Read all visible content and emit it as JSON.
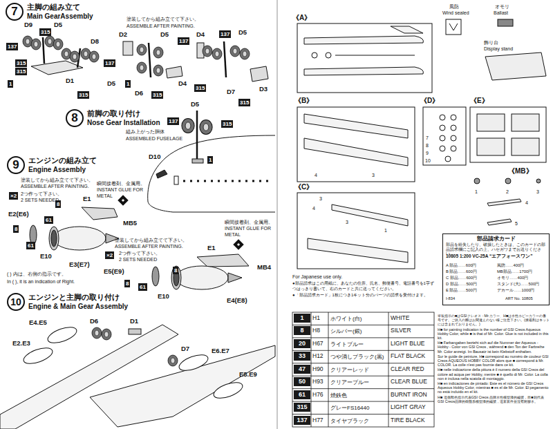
{
  "diagram": {
    "nodes": [
      {
        "text": [
          "7",
          "主脚の組み立て",
          "Main GearAssembly"
        ]
      },
      {
        "text": [
          "315"
        ]
      },
      {
        "text": [
          "137"
        ]
      },
      {
        "text": [
          "315"
        ]
      },
      {
        "text": [
          "315"
        ]
      },
      {
        "text": [
          "137"
        ]
      },
      {
        "text": [
          "1"
        ]
      },
      {
        "text": [
          "315"
        ]
      },
      {
        "text": [
          "137"
        ]
      },
      {
        "text": [
          "1"
        ]
      },
      {
        "text": [
          "315"
        ]
      },
      {
        "text": [
          "137"
        ]
      },
      {
        "text": [
          "315"
        ]
      },
      {
        "text": [
          "315"
        ]
      },
      {
        "text": [
          "8",
          "前脚の取り付け",
          "Nose Gear Installation"
        ]
      },
      {
        "text": [
          "137"
        ]
      },
      {
        "text": [
          "315"
        ]
      },
      {
        "text": [
          "1"
        ]
      },
      {
        "text": [
          "9",
          "エンジンの組み立て",
          "Engine Assembly"
        ]
      },
      {
        "text": [
          "×2"
        ]
      },
      {
        "text": [
          "61"
        ]
      },
      {
        "text": [
          "8"
        ]
      },
      {
        "text": [
          "8"
        ]
      },
      {
        "text": [
          "61"
        ]
      },
      {
        "text": [
          "×2"
        ]
      },
      {
        "text": [
          "8"
        ]
      },
      {
        "text": [
          "8"
        ]
      },
      {
        "text": [
          "61"
        ]
      },
      {
        "text": [
          "10",
          "エンジンと主脚の取り付け",
          "Engine & Main Gear Assembly"
        ]
      },
      {
        "text": [
          "部品請求カード",
          "部品を紛失したり、破損したときは、このカードの部品請求欄にご記入の上、ハセガワまでお送りください。",
          "10805 1:200 VC-25A “エアフォースワン”",
          "A 部品……600円",
          "B 部品……600円",
          "C 部品……600円",
          "D 部品……500円",
          "E 部品……500円",
          "風防……400円",
          "MB部品……1700円",
          "オモリ……400円",
          "スタンド(大)……500円",
          "デカール……1000円",
          "I-834",
          "ART No. 10805"
        ]
      },
      {
        "text": [
          "1"
        ]
      },
      {
        "text": [
          "8"
        ]
      },
      {
        "text": [
          "20"
        ]
      },
      {
        "text": [
          "33"
        ]
      },
      {
        "text": [
          "47"
        ]
      },
      {
        "text": [
          "50"
        ]
      },
      {
        "text": [
          "61"
        ]
      },
      {
        "text": [
          "315"
        ]
      },
      {
        "text": [
          "137"
        ]
      }
    ],
    "labels": [
      "塗装してから組み立てて下さい。",
      "ASSEMBLE AFTER PAINTING.",
      "D9",
      "D5",
      "D8",
      "D1",
      "D5",
      "D2",
      "D5",
      "D6",
      "D4",
      "D4",
      "D5",
      "D7",
      "D3",
      "D5",
      "組み上がった胴体",
      "ASSEMBLED FUSELAGE",
      "D10",
      "塗装してから組み立てて下さい。",
      "ASSEMBLE AFTER PAINTING.",
      "2つ作って下さい。",
      "2 SETS NEEDED",
      "瞬間接着剤、金属用。",
      "INSTANT GLUE FOR",
      "METAL",
      "E2(E6)",
      "E1",
      "E10",
      "E3(E7)",
      "MB5",
      "( ) 内は、右側の指示です。",
      "In ( ), it is an indication of Right.",
      "塗装してから組み立てて下さい。",
      "ASSEMBLE AFTER PAINTING.",
      "2つ作って下さい。",
      "2 SETS NEEDED",
      "瞬間接着剤、金属用。",
      "INSTANT GLUE FOR",
      "METAL",
      "E1",
      "MB4",
      "E5(E9)",
      "E10",
      "E4(E8)",
      "E4.E5",
      "D6",
      "D1",
      "E2.E3",
      "D7",
      "E6.E7",
      "E8.E9",
      "《A》",
      "風防",
      "Wind sealed",
      "オモリ",
      "Ballast",
      "飾り台",
      "Display stand",
      "《B》",
      "《D》",
      "《E》",
      "《C》",
      "《MB》",
      "1",
      "2",
      "3",
      "4",
      "5",
      "4",
      "3",
      "3",
      "4",
      "3",
      "1",
      "7",
      "8",
      "9",
      "10",
      "For Japanese use only.",
      "●部品請求はこの用紙に、あなたの住所、氏名、郵便番号、電話番号を1字ずつはっきり書いて、右のカードと共に送ってください。",
      "●「部品請求カード」1枚につき1キット分のパーツの請求を受付けます。",
      "H1",
      "ホワイト(白)",
      "WHITE",
      "H8",
      "シルバー(銀)",
      "SILVER",
      "H67",
      "ライトブルー",
      "LIGHT BLUE",
      "H12",
      "つや消しブラック(黒)",
      "FLAT BLACK",
      "H90",
      "クリアーレッド",
      "CLEAR RED",
      "H93",
      "クリアーブルー",
      "CLEAR BLUE",
      "H76",
      "焼鉄色",
      "BURNT IRON",
      "グレーFS16440",
      "LIGHT GRAY",
      "H77",
      "タイヤブラック",
      "TIRE BLACK",
      "塗装指示の■はGSIクレオス・Mr.カラー、H■は水性ホビーカラーの番号です。ご購入の際はお間違えのない様ご注意下さい。(接着剤はキットには含まれておりません。)",
      "H■ for painting indication is the number of GSI Creos Aqueous Hobby Color, while ■ is that of Mr. Color. Glue is not included in this kit.",
      "H■ Farbangaben bezieht sich auf die Nummer der Aqueous - Hobby - Color von GSI Creos , während ■ den Ton der Farbreihe Mr. Color anzeigt. Im Bausatz ist kein Klebstoff enthalten.",
      "Sur le guide de peinture, H■ correspond au numéro de couleur GSI Creos AQUEOUS HOBBY COLOR alors que ■ correspond à Mr. COLOR. La colle n'est pas fournie dans ce kit.",
      "H■ nelle indicazione della pittura è il numero della GSI Creos del colore ad acqua per Hobby, mentre ■ è quello di Mr. Color. La colla non è inclusa nella scatola di montaggio.",
      "H■ en indicaciones de pintado: Este es el número de GSI Creos Aqueous Hobby Color, mientras ■ es el de Mr. Color. El pegamento no está incluido en el kit.",
      "H■ 這個顏色指示代表GSI Creos 品牌水性模型漆的編號，而■則代表GSI Creos品牌的樹脂系模型漆的編號，這套套件並沒有附膠水。"
    ]
  }
}
